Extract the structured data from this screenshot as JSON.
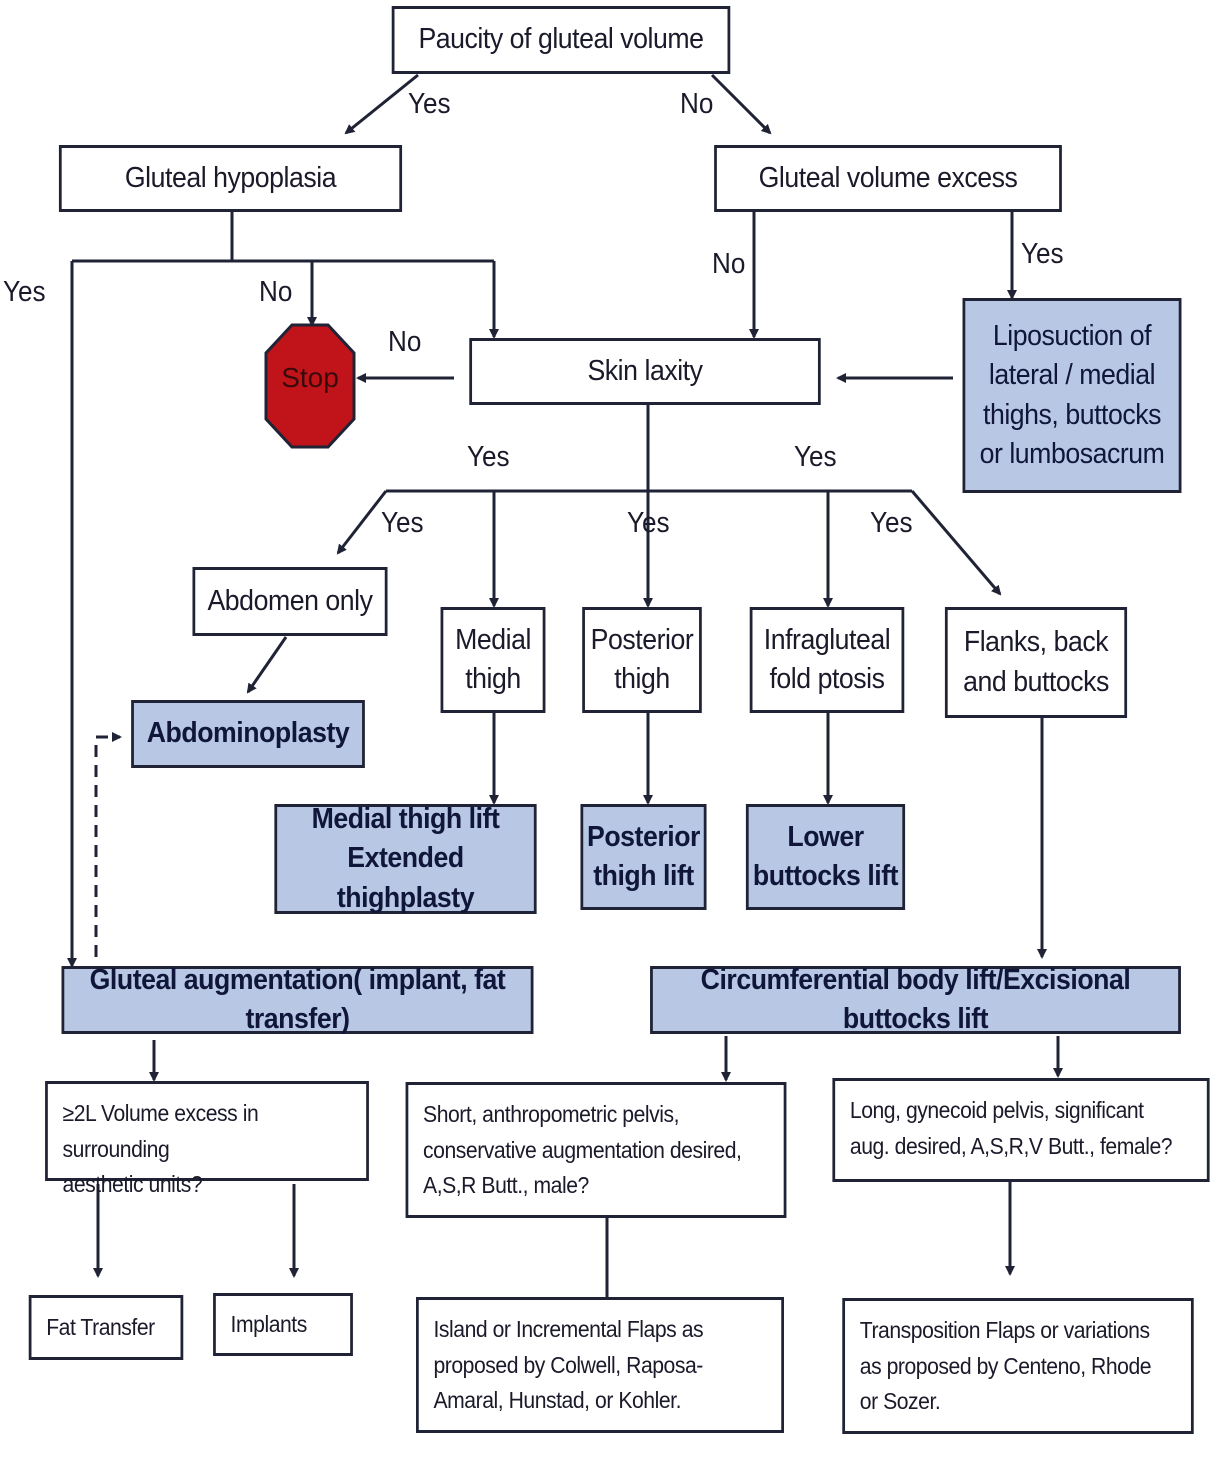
{
  "nodes": {
    "paucity": "Paucity of gluteal volume",
    "hypoplasia": "Gluteal hypoplasia",
    "volume_excess": "Gluteal volume excess",
    "stop": "Stop",
    "skin_laxity": "Skin laxity",
    "liposuction": [
      "Liposuction of",
      "lateral / medial",
      "thighs, buttocks",
      "or lumbosacrum"
    ],
    "abdomen_only": "Abdomen only",
    "abdominoplasty": "Abdominoplasty",
    "medial_thigh": [
      "Medial",
      "thigh"
    ],
    "posterior_thigh": [
      "Posterior",
      "thigh"
    ],
    "infragluteal": [
      "Infragluteal",
      "fold ptosis"
    ],
    "flanks": [
      "Flanks, back",
      "and buttocks"
    ],
    "medial_thigh_lift": [
      "Medial thigh lift",
      "Extended thighplasty"
    ],
    "posterior_thigh_lift": [
      "Posterior",
      "thigh lift"
    ],
    "lower_buttocks_lift": [
      "Lower",
      "buttocks lift"
    ],
    "gluteal_augmentation": "Gluteal augmentation( implant, fat transfer)",
    "circumferential": "Circumferential body lift/Excisional buttocks lift",
    "volume_question": [
      "≥2L Volume excess in surrounding",
      "aesthetic units?"
    ],
    "short_pelvis": [
      "Short, anthropometric pelvis,",
      "conservative augmentation desired,",
      "A,S,R Butt., male?"
    ],
    "long_pelvis": [
      "Long, gynecoid pelvis, significant",
      "aug. desired, A,S,R,V Butt., female?"
    ],
    "fat_transfer": "Fat Transfer",
    "implants": "Implants",
    "island_flaps": [
      "Island or Incremental Flaps as",
      "proposed by Colwell, Raposa-",
      "Amaral, Hunstad, or Kohler."
    ],
    "transposition_flaps": [
      "Transposition Flaps or variations",
      "as proposed by Centeno, Rhode",
      "or Sozer."
    ]
  },
  "edge_labels": {
    "paucity_yes": "Yes",
    "paucity_no": "No",
    "hypoplasia_yes": "Yes",
    "hypoplasia_no": "No",
    "skin_no": "No",
    "excess_no": "No",
    "excess_yes": "Yes",
    "laxity_yes_left": "Yes",
    "laxity_yes_right": "Yes",
    "abdomen_yes": "Yes",
    "posterior_yes": "Yes",
    "flanks_yes": "Yes"
  },
  "colors": {
    "line": "#1f2335",
    "treatment_fill": "#b8c8e4",
    "stop_fill": "#c0141a"
  }
}
